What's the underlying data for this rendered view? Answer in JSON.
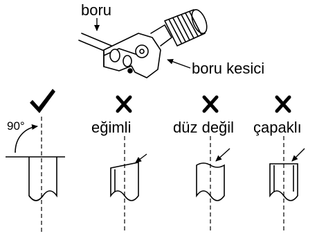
{
  "labels": {
    "pipe": "boru",
    "cutter": "boru kesici",
    "angle": "90°"
  },
  "panels": [
    {
      "verdict": "correct",
      "verdict_icon": "check-icon",
      "caption": ""
    },
    {
      "verdict": "wrong",
      "verdict_icon": "cross-icon",
      "caption": "eğimli"
    },
    {
      "verdict": "wrong",
      "verdict_icon": "cross-icon",
      "caption": "düz değil"
    },
    {
      "verdict": "wrong",
      "verdict_icon": "cross-icon",
      "caption": "çapaklı"
    }
  ],
  "colors": {
    "ink": "#000000",
    "background": "#ffffff"
  }
}
